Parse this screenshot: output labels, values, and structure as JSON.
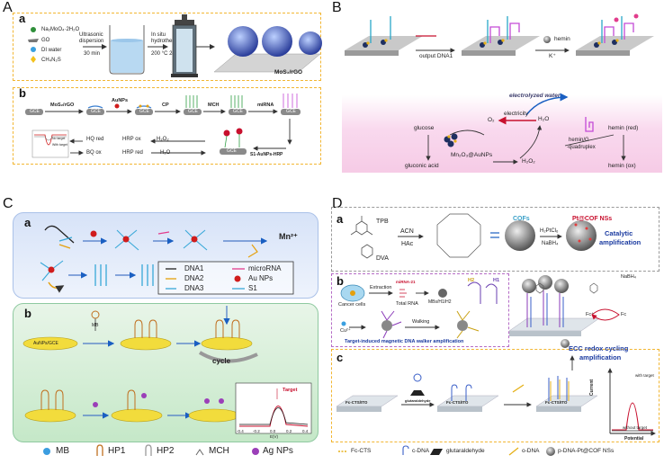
{
  "panels": {
    "A": {
      "letter": "A",
      "a": {
        "sub": "a",
        "legend": [
          "Na₂MoO₄·2H₂O",
          "GO",
          "DI water",
          "CH₄N₂S"
        ],
        "step1": [
          "Ultrasonic",
          "dispersion"
        ],
        "step1_time": "30 min",
        "step2": [
          "In situ",
          "hydrothermal"
        ],
        "step2_time": "200 °C 24 h",
        "product": "MoS₂/rGO"
      },
      "b": {
        "sub": "b",
        "electrode": "GCE",
        "steps": [
          "MoS₂/rGO",
          "AuNPs",
          "CP",
          "MCH",
          "miRNA"
        ],
        "cycle": [
          "HQ red",
          "HRP ox",
          "H₂O₂",
          "BQ ox",
          "HRP red",
          "H₂O"
        ],
        "probe": "S1-AuNPs-HRP",
        "curve_labels": [
          "No target",
          "With target"
        ]
      }
    },
    "B": {
      "letter": "B",
      "output": "output DNA1",
      "hemin": "hemin",
      "kplus": "K⁺",
      "water": "electrolyzed water",
      "electricity": "electricity",
      "o2": "O₂",
      "h2o": "H₂O",
      "h2o2": "H₂O₂",
      "glucose": "glucose",
      "gluconic": "gluconic acid",
      "mno": "Mn₂O₃@AuNPs",
      "gq": [
        "hemin/G",
        "-quadruplex"
      ],
      "hemin_red": "hemin (red)",
      "hemin_ox": "hemin (ox)"
    },
    "C": {
      "letter": "C",
      "a": {
        "sub": "a",
        "mn": "Mn²⁺",
        "legend": [
          {
            "name": "DNA1",
            "desc": "microRNA"
          },
          {
            "name": "DNA2",
            "desc": "Au NPs"
          },
          {
            "name": "DNA3",
            "desc": "S1"
          }
        ]
      },
      "b": {
        "sub": "b",
        "electrode": "AuNPs/GCE",
        "mb": "MB",
        "cycle": "cycle",
        "target": "Target",
        "xlabel": "E(V)",
        "xticks": [
          "-0.4",
          "-0.2",
          "0.0",
          "0.2",
          "0.4"
        ]
      },
      "legend": [
        "MB",
        "HP1",
        "HP2",
        "MCH",
        "Ag NPs"
      ]
    },
    "D": {
      "letter": "D",
      "a": {
        "sub": "a",
        "tpb": "TPB",
        "dva": "DVA",
        "acn": "ACN",
        "hac": "HAc",
        "cofs": "COFs",
        "h2ptcl6": "H₂PtCl₆",
        "nabh4": "NaBH₄",
        "product": "Pt@COF NSs",
        "catalytic": [
          "Catalytic",
          "amplification"
        ]
      },
      "b": {
        "sub": "b",
        "cancer": "Cancer cells",
        "extraction": "Extraction",
        "mirna": "miRNA-21",
        "total_rna": "Total RNA",
        "mbs": "MBs/H1/H2",
        "h1": "H1",
        "h2": "H2",
        "cu": "Cu²⁺",
        "walking": "Walking",
        "walker": "Target-induced magnetic DNA walker amplification"
      },
      "c": {
        "sub": "c",
        "glut": "glutaraldehyde",
        "electrode": "Fc-CTS/ITO"
      },
      "ecc": {
        "nabh4": "NaBH₄",
        "fc": "Fc",
        "fcp": "Fc⁺",
        "title": [
          "ECC redox cycling",
          "amplification"
        ],
        "with": "with target",
        "without": "without target",
        "xlabel": "Potential",
        "ylabel": "Current"
      },
      "legend": [
        "Fc-CTS",
        "c-DNA",
        "glutaraldehyde",
        "o-DNA",
        "p-DNA-Pt@COF NSs"
      ]
    }
  }
}
